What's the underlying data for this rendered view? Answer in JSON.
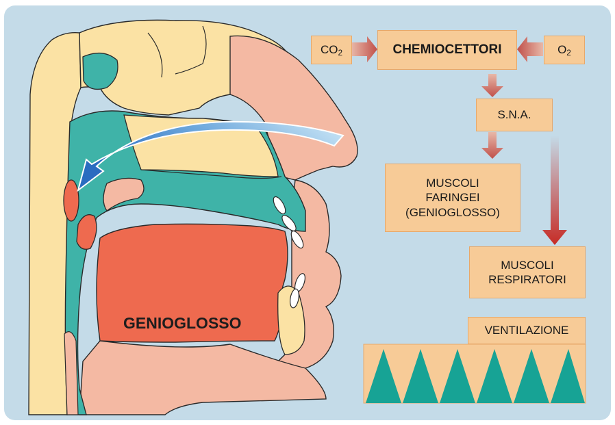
{
  "diagram": {
    "co2": {
      "symbol": "CO",
      "subscript": "2"
    },
    "o2": {
      "symbol": "O",
      "subscript": "2"
    },
    "chemoreceptors": "CHEMIOCETTORI",
    "sna": "S.N.A.",
    "pharyngeal_muscles": [
      "MUSCOLI",
      "FARINGEI",
      "(GENIOGLOSSO)"
    ],
    "respiratory_muscles": [
      "MUSCOLI",
      "RESPIRATORI"
    ],
    "ventilation": "VENTILAZIONE",
    "genioglossus": "GENIOGLOSSO"
  },
  "colors": {
    "background": "#c4dbe8",
    "box_fill": "#f7cb97",
    "teal": "#3fb3a8",
    "tongue": "#ee6a4f",
    "bone": "#fbe2a4",
    "skin": "#f4b9a3",
    "arrow_red": "#c0392b",
    "airflow_arrow": "#2f73c6"
  }
}
